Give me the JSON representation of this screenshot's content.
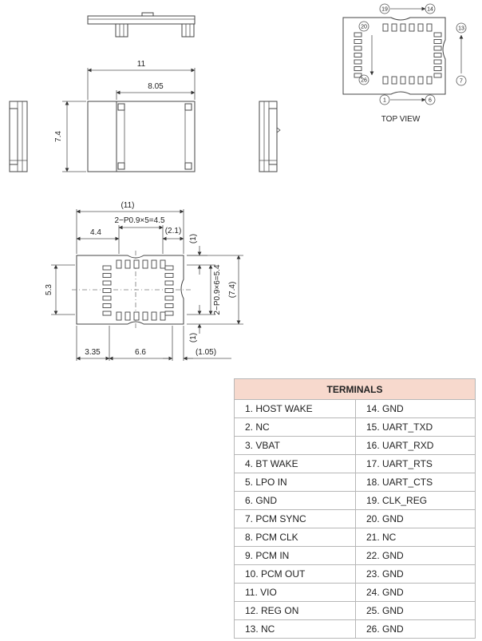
{
  "top_view": {
    "caption": "TOP VIEW",
    "pin_labels": [
      "19",
      "14",
      "20",
      "13",
      "26",
      "7",
      "1",
      "6"
    ]
  },
  "dimensions": {
    "top": {
      "width": "11",
      "inner_width": "8.05",
      "height": "7.4"
    },
    "footprint": {
      "overall_width": "(11)",
      "pitch_horizontal": "2−P0.9×5=4.5",
      "left_offset": "4.4",
      "right_offset": "(2.1)",
      "top_gap": "(1)",
      "pitch_vertical": "2−P0.9×6=5.4",
      "overall_height": "(7.4)",
      "left_height": "5.3",
      "bottom_gap": "(1)",
      "left_margin": "3.35",
      "center_width": "6.6",
      "right_margin": "(1.05)"
    }
  },
  "terminals": {
    "title": "TERMINALS",
    "rows": [
      [
        "1. HOST WAKE",
        "14. GND"
      ],
      [
        "2. NC",
        "15. UART_TXD"
      ],
      [
        "3. VBAT",
        "16. UART_RXD"
      ],
      [
        "4. BT WAKE",
        "17. UART_RTS"
      ],
      [
        "5. LPO IN",
        "18. UART_CTS"
      ],
      [
        "6. GND",
        "19. CLK_REG"
      ],
      [
        "7. PCM SYNC",
        "20. GND"
      ],
      [
        "8. PCM CLK",
        "21. NC"
      ],
      [
        "9. PCM IN",
        "22. GND"
      ],
      [
        "10. PCM OUT",
        "23. GND"
      ],
      [
        "11. VIO",
        "24. GND"
      ],
      [
        "12. REG ON",
        "25. GND"
      ],
      [
        "13. NC",
        "26. GND"
      ]
    ]
  }
}
